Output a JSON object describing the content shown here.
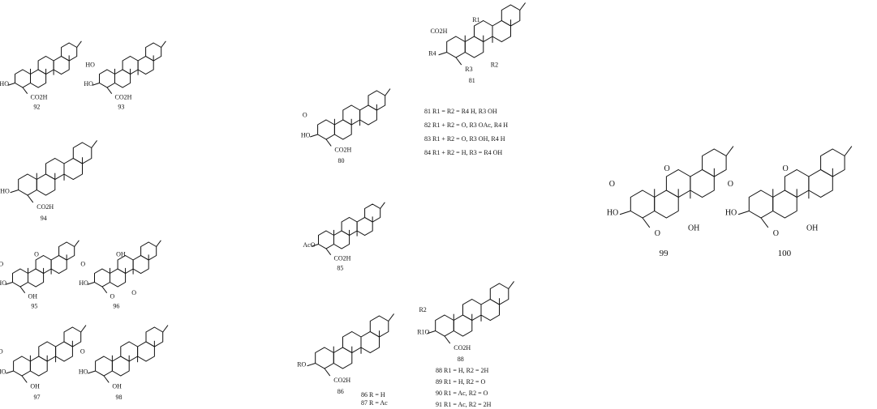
{
  "compounds": [
    {
      "id": "92",
      "subs": [
        "HO",
        "CO2H"
      ]
    },
    {
      "id": "93",
      "subs": [
        "HO",
        "CO2H",
        "HO"
      ]
    },
    {
      "id": "94",
      "subs": [
        "HO",
        "CO2H"
      ]
    },
    {
      "id": "95",
      "subs": [
        "HO",
        "OH",
        "O",
        "O"
      ]
    },
    {
      "id": "96",
      "subs": [
        "HO",
        "O",
        "O",
        "OH",
        "O"
      ]
    },
    {
      "id": "97",
      "subs": [
        "HO",
        "OH",
        "O"
      ]
    },
    {
      "id": "98",
      "subs": [
        "HO",
        "OH",
        "O"
      ]
    },
    {
      "id": "80",
      "subs": [
        "HO",
        "CO2H",
        "O"
      ]
    },
    {
      "id": "81",
      "subs": [
        "R4",
        "R3",
        "CO2H",
        "R1",
        "R2"
      ]
    },
    {
      "id": "85",
      "subs": [
        "AcO",
        "CO2H"
      ]
    },
    {
      "id": "86",
      "subs": [
        "RO",
        "CO2H"
      ]
    },
    {
      "id": "88",
      "subs": [
        "R1O",
        "CO2H",
        "R2"
      ]
    },
    {
      "id": "99",
      "subs": [
        "HO",
        "O",
        "O",
        "O",
        "OH"
      ]
    },
    {
      "id": "100",
      "subs": [
        "HO",
        "O",
        "O",
        "O",
        "OH"
      ]
    }
  ],
  "legends": {
    "g81": [
      "81   R1 = R2 = R4 H, R3 OH",
      "82   R1 + R2 = O, R3 OAc, R4 H",
      "83   R1 + R2 = O, R3 OH, R4 H",
      "84   R1 + R2 = H, R3 = R4 OH"
    ],
    "g86": [
      "86  R = H",
      "87  R = Ac"
    ],
    "g88": [
      "88  R1 = H, R2 = 2H",
      "89  R1 = H, R2 = O",
      "90  R1 = Ac, R2 = O",
      "91  R1 = Ac, R2 = 2H"
    ]
  }
}
